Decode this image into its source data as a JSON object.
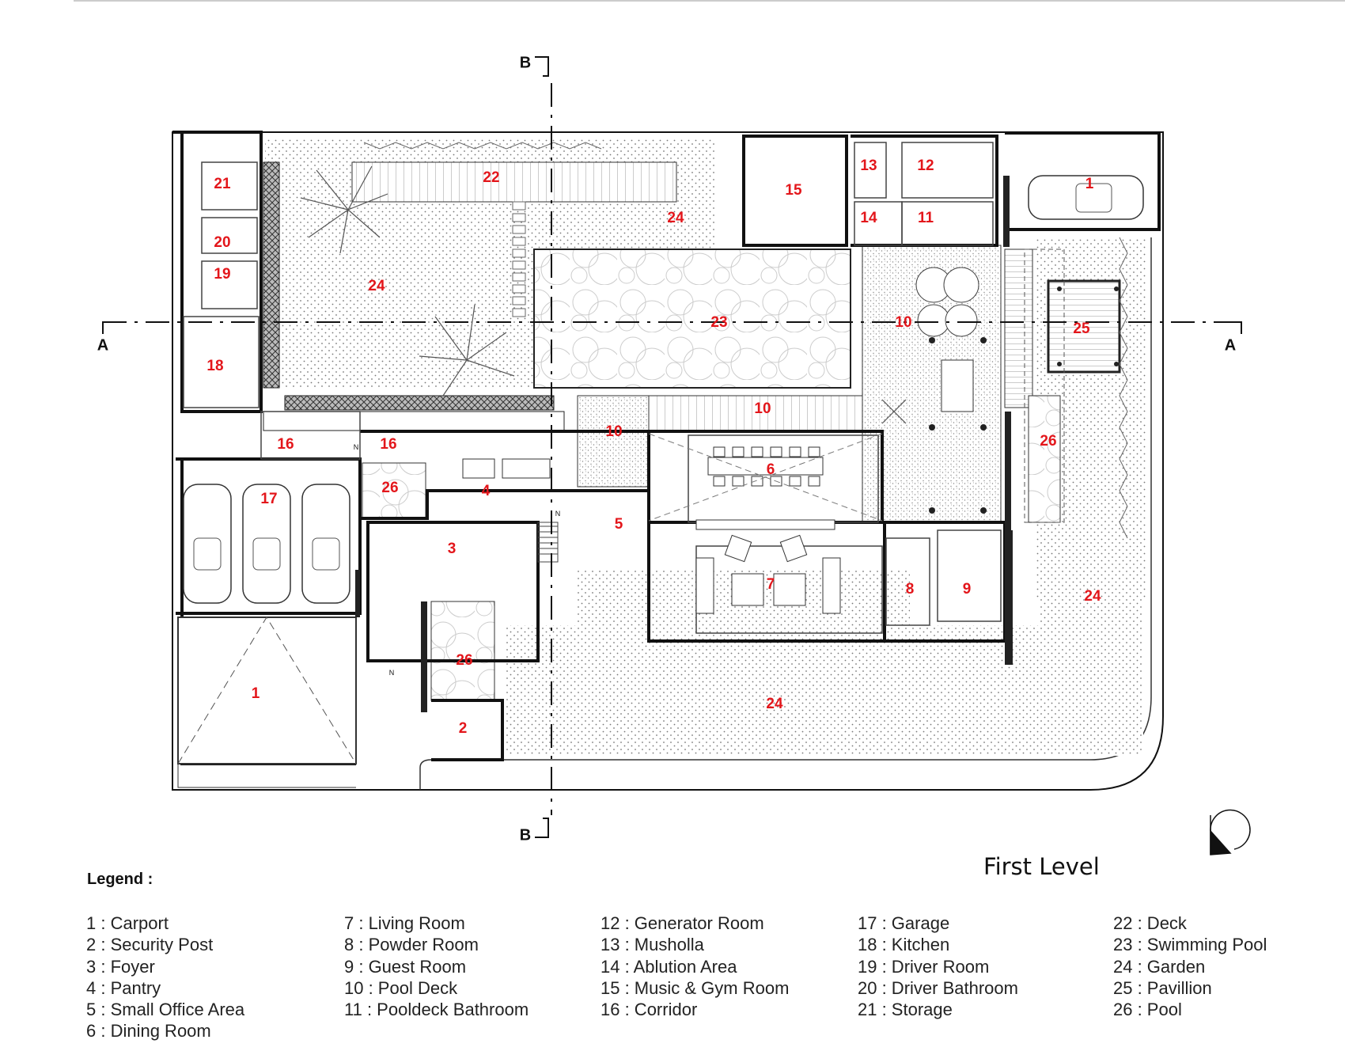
{
  "title": "First Level",
  "legend": {
    "heading": "Legend :",
    "columns": [
      [
        "1 : Carport",
        "2 : Security Post",
        "3 : Foyer",
        "4 : Pantry",
        "5 : Small Office Area",
        "6 : Dining Room"
      ],
      [
        "7 : Living Room",
        "8 : Powder Room",
        "9 : Guest Room",
        "10 : Pool Deck",
        "11 : Pooldeck Bathroom"
      ],
      [
        "12 : Generator Room",
        "13 : Musholla",
        "14 : Ablution Area",
        "15 : Music & Gym Room",
        "16 : Corridor"
      ],
      [
        "17 : Garage",
        "18 : Kitchen",
        "19 : Driver Room",
        "20 : Driver Bathroom",
        "21 : Storage"
      ],
      [
        "22 : Deck",
        "23 : Swimming Pool",
        "24 : Garden",
        "25 : Pavillion",
        "26 : Pool"
      ]
    ]
  },
  "section_markers": {
    "a": "A",
    "b": "B"
  },
  "north_label": "N",
  "room_labels": [
    "21",
    "22",
    "24",
    "15",
    "13",
    "12",
    "1",
    "14",
    "11",
    "20",
    "19",
    "24",
    "23",
    "10",
    "25",
    "A",
    "18",
    "10",
    "10",
    "26",
    "16",
    "16",
    "6",
    "26",
    "4",
    "17",
    "5",
    "3",
    "7",
    "8",
    "9",
    "24",
    "26",
    "1",
    "24",
    "2"
  ],
  "colors": {
    "label": "#e3161b",
    "line": "#111111"
  }
}
